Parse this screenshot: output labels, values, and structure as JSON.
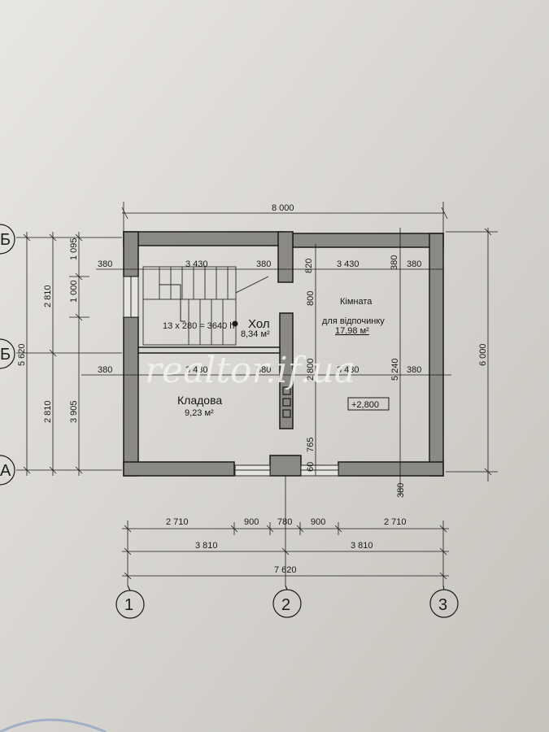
{
  "watermark": "realtor.if.ua",
  "rooms": {
    "hall_name": "Хол",
    "hall_area": "8,34 м²",
    "storage_name": "Кладова",
    "storage_area": "9,23 м²",
    "rest_name_1": "Кімната",
    "rest_name_2": "для відпочинку",
    "rest_area": "17,98 м²",
    "level": "+2,800",
    "stair_note": "13 x 280 = 3640 h"
  },
  "dims_top": {
    "overall": "8 000",
    "row1": [
      "380",
      "3 430",
      "380",
      "3 430",
      "380"
    ],
    "row1_extra": [
      "820",
      "380"
    ],
    "row2": [
      "380",
      "3 430",
      "380",
      "3 430",
      "380"
    ],
    "row2_vert": [
      "800",
      "2 800",
      "5 240",
      "765",
      "60"
    ]
  },
  "dims_bottom": {
    "row1": [
      "2 710",
      "900",
      "780",
      "900",
      "2 710"
    ],
    "row2": [
      "3 810",
      "3 810"
    ],
    "row3": "7 620",
    "below_right": "380"
  },
  "dims_left": {
    "outer": "5 620",
    "mid_top": "2 810",
    "mid_bottom": "2 810",
    "inner_top": "1 095",
    "inner_mid": "1 000",
    "inner_bottom": "3 905"
  },
  "dims_right": {
    "overall": "6 000"
  },
  "axes": {
    "bottom": [
      "1",
      "2",
      "3"
    ],
    "left": [
      "Б",
      "Б",
      "А"
    ]
  }
}
